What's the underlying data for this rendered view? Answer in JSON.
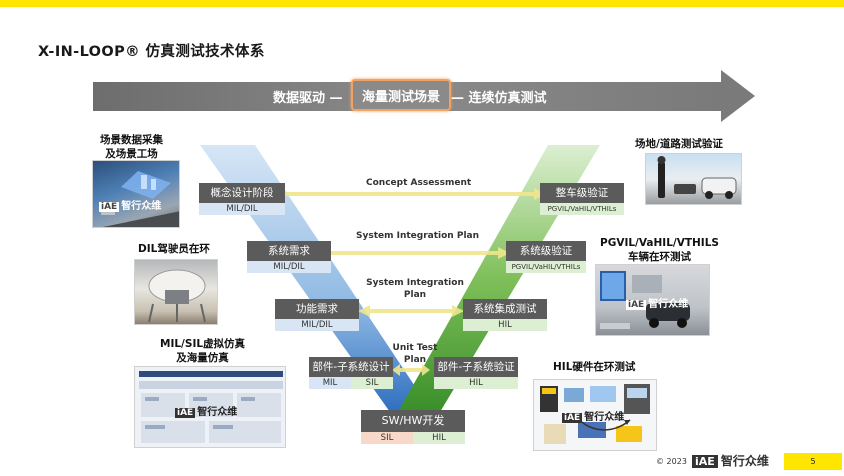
{
  "title": "X-IN-LOOP® 仿真测试技术体系",
  "arrow": {
    "left_text": "数据驱动 —",
    "middle_text": "海量测试场景",
    "right_text": "— 连续仿真测试"
  },
  "left_stages": [
    {
      "name": "概念设计阶段",
      "tags": [
        "MIL/DIL"
      ]
    },
    {
      "name": "系统需求",
      "tags": [
        "MIL/DIL"
      ]
    },
    {
      "name": "功能需求",
      "tags": [
        "MIL/DIL"
      ]
    },
    {
      "name": "部件-子系统设计",
      "tags": [
        "MIL",
        "SIL"
      ]
    }
  ],
  "right_stages": [
    {
      "name": "整车级验证",
      "tags": [
        "PGVIL/VaHIL/VTHILs"
      ]
    },
    {
      "name": "系统级验证",
      "tags": [
        "PGVIL/VaHIL/VTHILs"
      ]
    },
    {
      "name": "系统集成测试",
      "tags": [
        "HIL"
      ]
    },
    {
      "name": "部件-子系统验证",
      "tags": [
        "HIL"
      ]
    }
  ],
  "bottom_stage": {
    "name": "SW/HW开发",
    "tags": [
      "SIL",
      "HIL"
    ]
  },
  "connectors": [
    "Concept Assessment",
    "System Integration Plan",
    "System Integration Plan",
    "Unit Test Plan"
  ],
  "side_labels": {
    "top_left": "场景数据采集\n及场景工场",
    "mid_left": "DIL驾驶员在环",
    "bottom_left": "MIL/SIL虚拟仿真\n及海量仿真",
    "top_right": "场地/道路测试验证",
    "mid_right": "PGVIL/VaHIL/VTHILS\n车辆在环测试",
    "bottom_right": "HIL硬件在环测试"
  },
  "watermark": {
    "mark": "iAE",
    "text": "智行众维"
  },
  "footer": {
    "copyright": "© 2023",
    "logo_mark": "iAE",
    "logo_text": "智行众维",
    "page": "5"
  },
  "colors": {
    "accent_yellow": "#ffe600",
    "stage_gray": "#5b5b5b",
    "left_band": "#9cc3e8",
    "right_band": "#7fbf5a",
    "highlight_orange": "#f4a261"
  }
}
